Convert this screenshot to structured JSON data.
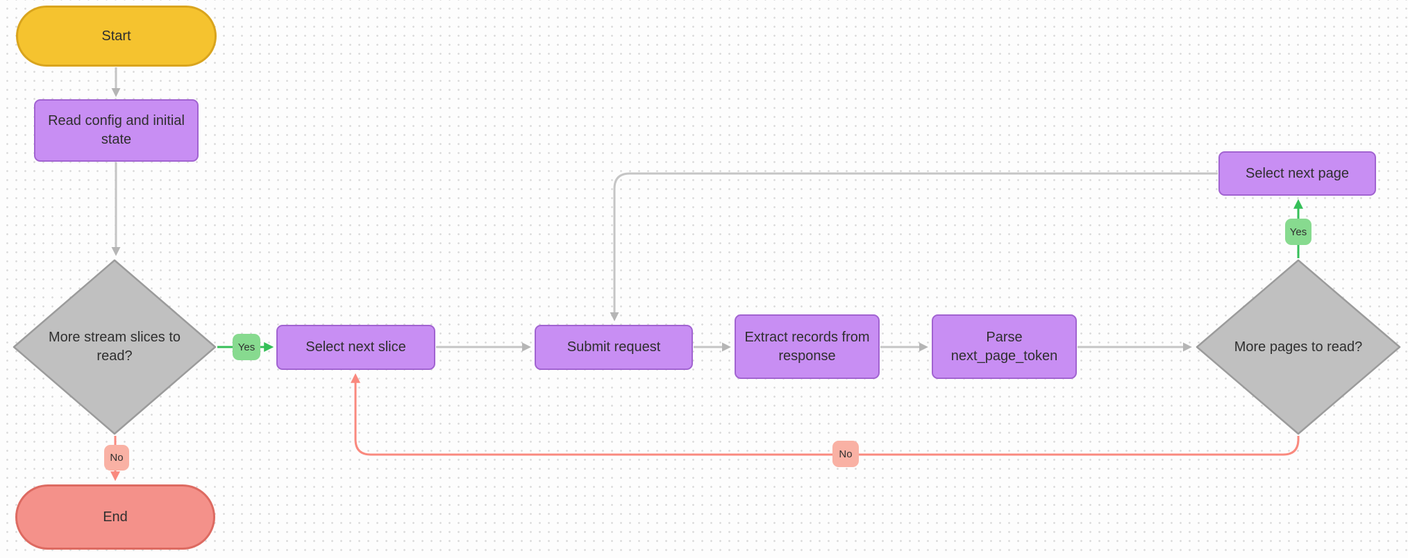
{
  "colors": {
    "bg": "#fdfdfd",
    "dot": "#dcdcdc",
    "text": "#2f2f2f",
    "yellow_fill": "#f5c32f",
    "yellow_border": "#d9a41d",
    "purple_fill": "#c88ef3",
    "purple_border": "#a163d1",
    "gray_fill": "#c0c0c0",
    "gray_border": "#9b9b9b",
    "red_fill": "#f4918a",
    "red_border": "#dd6a61",
    "green_badge": "#87da8f",
    "salmon_badge": "#f9b1a4",
    "line_gray": "#c5c5c5",
    "arrow_gray": "#b5b5b5",
    "line_green": "#35bf58",
    "line_red": "#f9897e"
  },
  "nodes": {
    "start": {
      "label": "Start",
      "type": "terminal"
    },
    "read_config": {
      "label": "Read config and initial state",
      "type": "process"
    },
    "more_slices": {
      "label": "More stream slices to read?",
      "type": "decision"
    },
    "select_slice": {
      "label": "Select next slice",
      "type": "process"
    },
    "submit_request": {
      "label": "Submit request",
      "type": "process"
    },
    "extract_records": {
      "label": "Extract records from response",
      "type": "process"
    },
    "parse_token": {
      "label": "Parse next_page_token",
      "type": "process"
    },
    "more_pages": {
      "label": "More pages to read?",
      "type": "decision"
    },
    "select_page": {
      "label": "Select next page",
      "type": "process"
    },
    "end": {
      "label": "End",
      "type": "terminal"
    }
  },
  "edge_labels": {
    "more_slices_yes": "Yes",
    "more_slices_no": "No",
    "more_pages_yes": "Yes",
    "more_pages_no": "No"
  }
}
